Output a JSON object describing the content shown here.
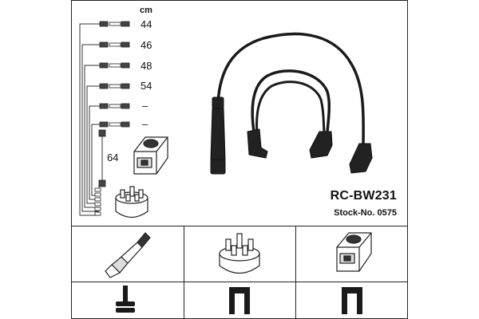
{
  "unit_label": "cm",
  "cable_lengths": [
    "44",
    "46",
    "48",
    "54",
    "–",
    "–"
  ],
  "coil_cable_length": "64",
  "product_code": "RC-BW231",
  "stock_number": "Stock-No. 0575"
}
